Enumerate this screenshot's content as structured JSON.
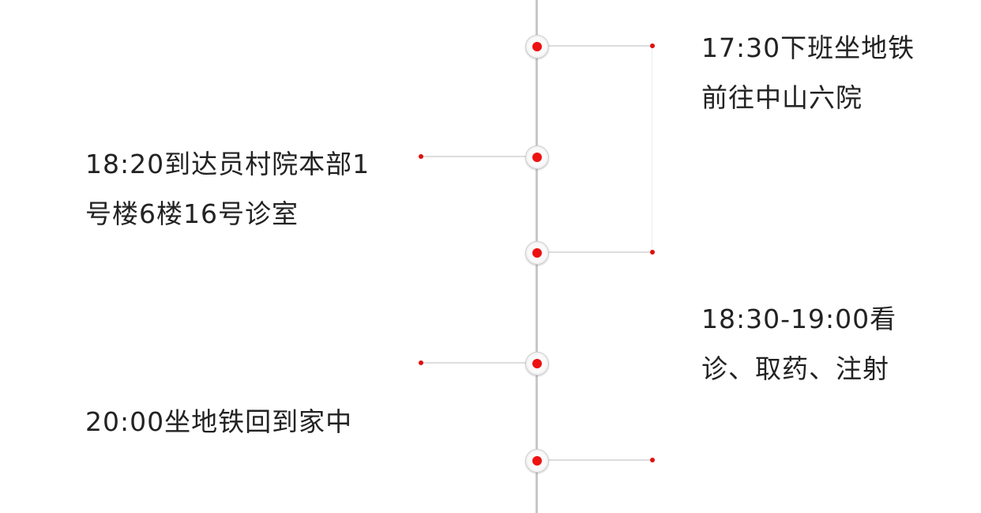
{
  "accent_color": "#ee1111",
  "events": [
    {
      "side": "right",
      "lines": [
        "17:30下班坐地铁",
        "前往中山六院"
      ]
    },
    {
      "side": "left",
      "lines": [
        "18:20到达员村院本部1",
        "号楼6楼16号诊室"
      ]
    },
    {
      "side": "right",
      "lines": [
        "18:30-19:00看",
        "诊、取药、注射"
      ]
    },
    {
      "side": "left",
      "lines": [
        "20:00坐地铁回到家中"
      ]
    }
  ]
}
